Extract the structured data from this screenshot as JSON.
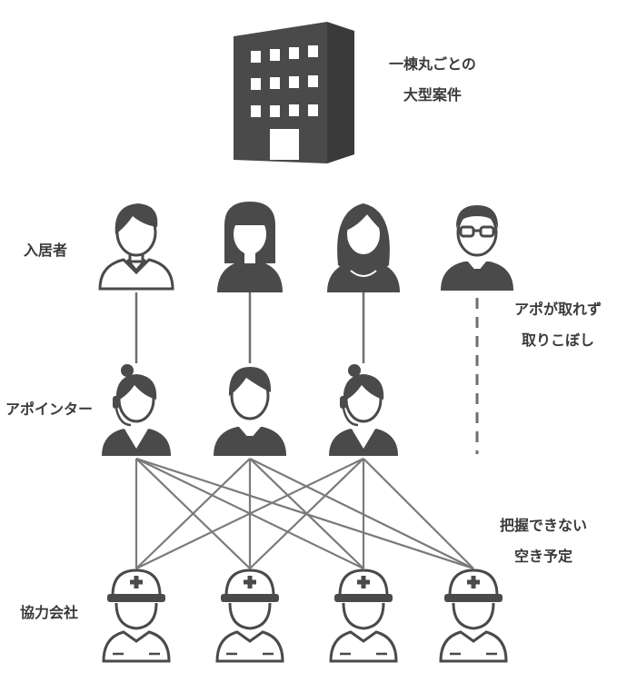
{
  "building_caption": [
    "一棟丸ごとの",
    "大型案件"
  ],
  "row_labels": {
    "residents": "入居者",
    "appointers": "アポインター",
    "contractors": "協力会社"
  },
  "notes": {
    "no_appointment": [
      "アポが取れず",
      "取りこぼし"
    ],
    "unknown_schedule": [
      "把握できない",
      "空き予定"
    ]
  },
  "colors": {
    "icon_fill": "#4a4a4a",
    "line": "#6e6e6e",
    "text": "#3a3a3a"
  },
  "icons": {
    "building": "office-building-icon",
    "residents": [
      "woman-short-hair-icon",
      "woman-bob-hair-icon",
      "woman-long-hair-icon",
      "man-glasses-suit-icon"
    ],
    "appointers": [
      "headset-woman-icon",
      "man-suit-icon",
      "headset-woman-icon"
    ],
    "contractors": [
      "hardhat-worker-icon",
      "hardhat-worker-icon",
      "hardhat-worker-icon",
      "hardhat-worker-icon"
    ]
  }
}
